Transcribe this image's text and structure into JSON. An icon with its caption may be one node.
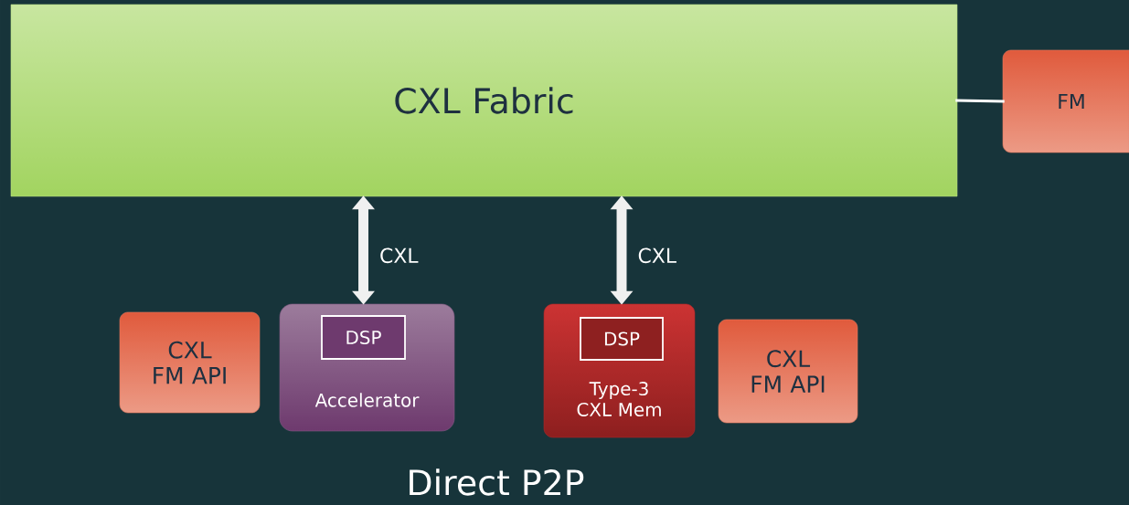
{
  "diagram": {
    "caption": "Direct P2P",
    "nodes": [
      {
        "text": [
          "CXL Fabric"
        ]
      },
      {
        "text": [
          "FM"
        ]
      },
      {
        "text": [
          "CXL FM API"
        ]
      },
      {
        "text": [
          "Accelerator"
        ]
      },
      {
        "text": [
          "DSP"
        ],
        "in": 3
      },
      {
        "text": [
          "Type-3 CXL Mem"
        ]
      },
      {
        "text": [
          "DSP"
        ],
        "in": 5
      },
      {
        "text": [
          "CXL FM API"
        ]
      }
    ],
    "edges": [
      {
        "from": 0,
        "to": 1,
        "arrow": "none"
      },
      {
        "from": 0,
        "to": 3,
        "arrow": "both",
        "label": "CXL"
      },
      {
        "from": 0,
        "to": 5,
        "arrow": "both",
        "label": "CXL"
      }
    ]
  }
}
